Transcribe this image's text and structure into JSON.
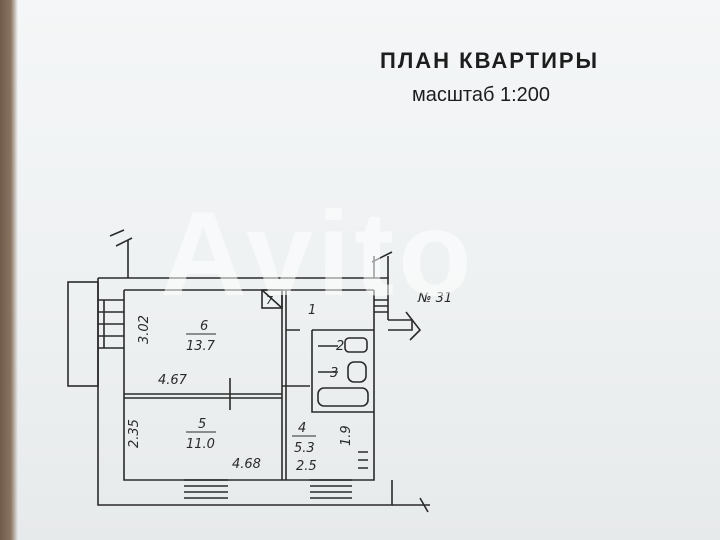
{
  "header": {
    "title": "ПЛАН КВАРТИРЫ",
    "scale": "масштаб 1:200"
  },
  "watermark": "Avito",
  "plan": {
    "rooms": [
      {
        "number": "6",
        "area": "13.7",
        "dim_width": "4.67",
        "dim_height": "3.02"
      },
      {
        "number": "5",
        "area": "11.0",
        "dim_width": "4.68",
        "dim_height": "2.35"
      },
      {
        "number": "4",
        "area": "5.3",
        "dim_width": "2.5",
        "dim_height": "1.9"
      },
      {
        "number": "1"
      },
      {
        "number": "2"
      },
      {
        "number": "3"
      },
      {
        "number": "7"
      }
    ],
    "annotation": "№ 31"
  }
}
